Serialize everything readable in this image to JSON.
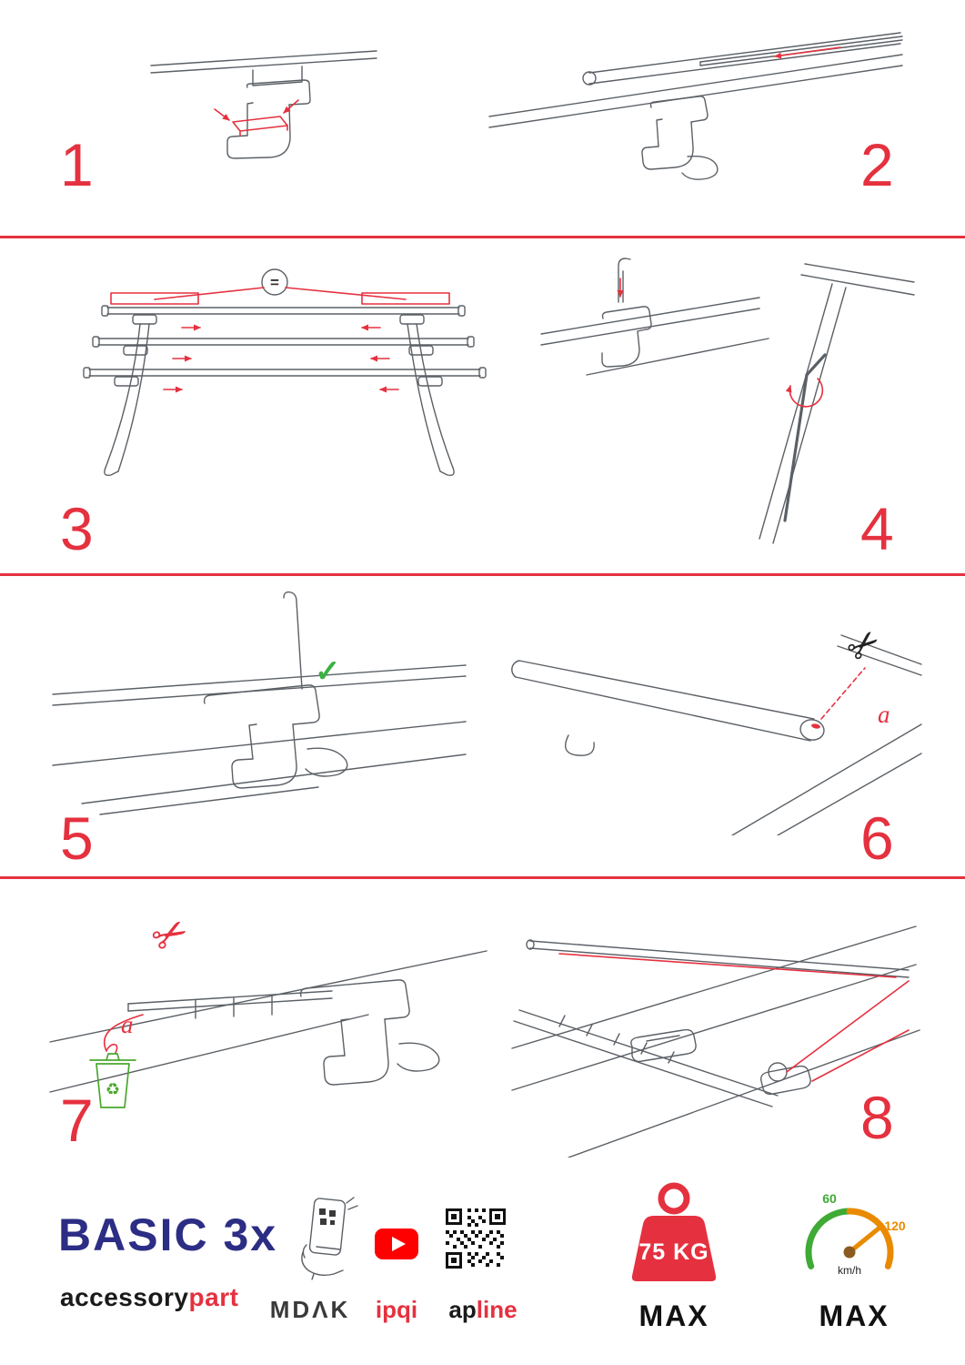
{
  "colors": {
    "accent_red": "#e5313f",
    "brand_blue": "#2c2d84",
    "ok_green": "#3bb143",
    "eco_green": "#4aa82e",
    "gauge_green": "#3faa35",
    "gauge_orange": "#e98a00",
    "youtube_red": "#ff0000"
  },
  "steps": [
    {
      "number": "1"
    },
    {
      "number": "2"
    },
    {
      "number": "3",
      "annotation": "="
    },
    {
      "number": "4"
    },
    {
      "number": "5"
    },
    {
      "number": "6",
      "label": "a"
    },
    {
      "number": "7",
      "label": "a"
    },
    {
      "number": "8"
    }
  ],
  "icons": {
    "scissors": "✂",
    "recycle": "♻",
    "check": "✓"
  },
  "footer": {
    "product_name": "BASIC 3x",
    "brand_black": "accessory",
    "brand_red": "part",
    "partner_mdak": "MDΛK",
    "partner_ipqi": "ipqi",
    "partner_apline_black": "ap",
    "partner_apline_red": "line",
    "weight_value": "75 KG",
    "weight_max_label": "MAX",
    "gauge_low": "60",
    "gauge_high": "120",
    "gauge_unit": "km/h",
    "speed_max_label": "MAX"
  }
}
